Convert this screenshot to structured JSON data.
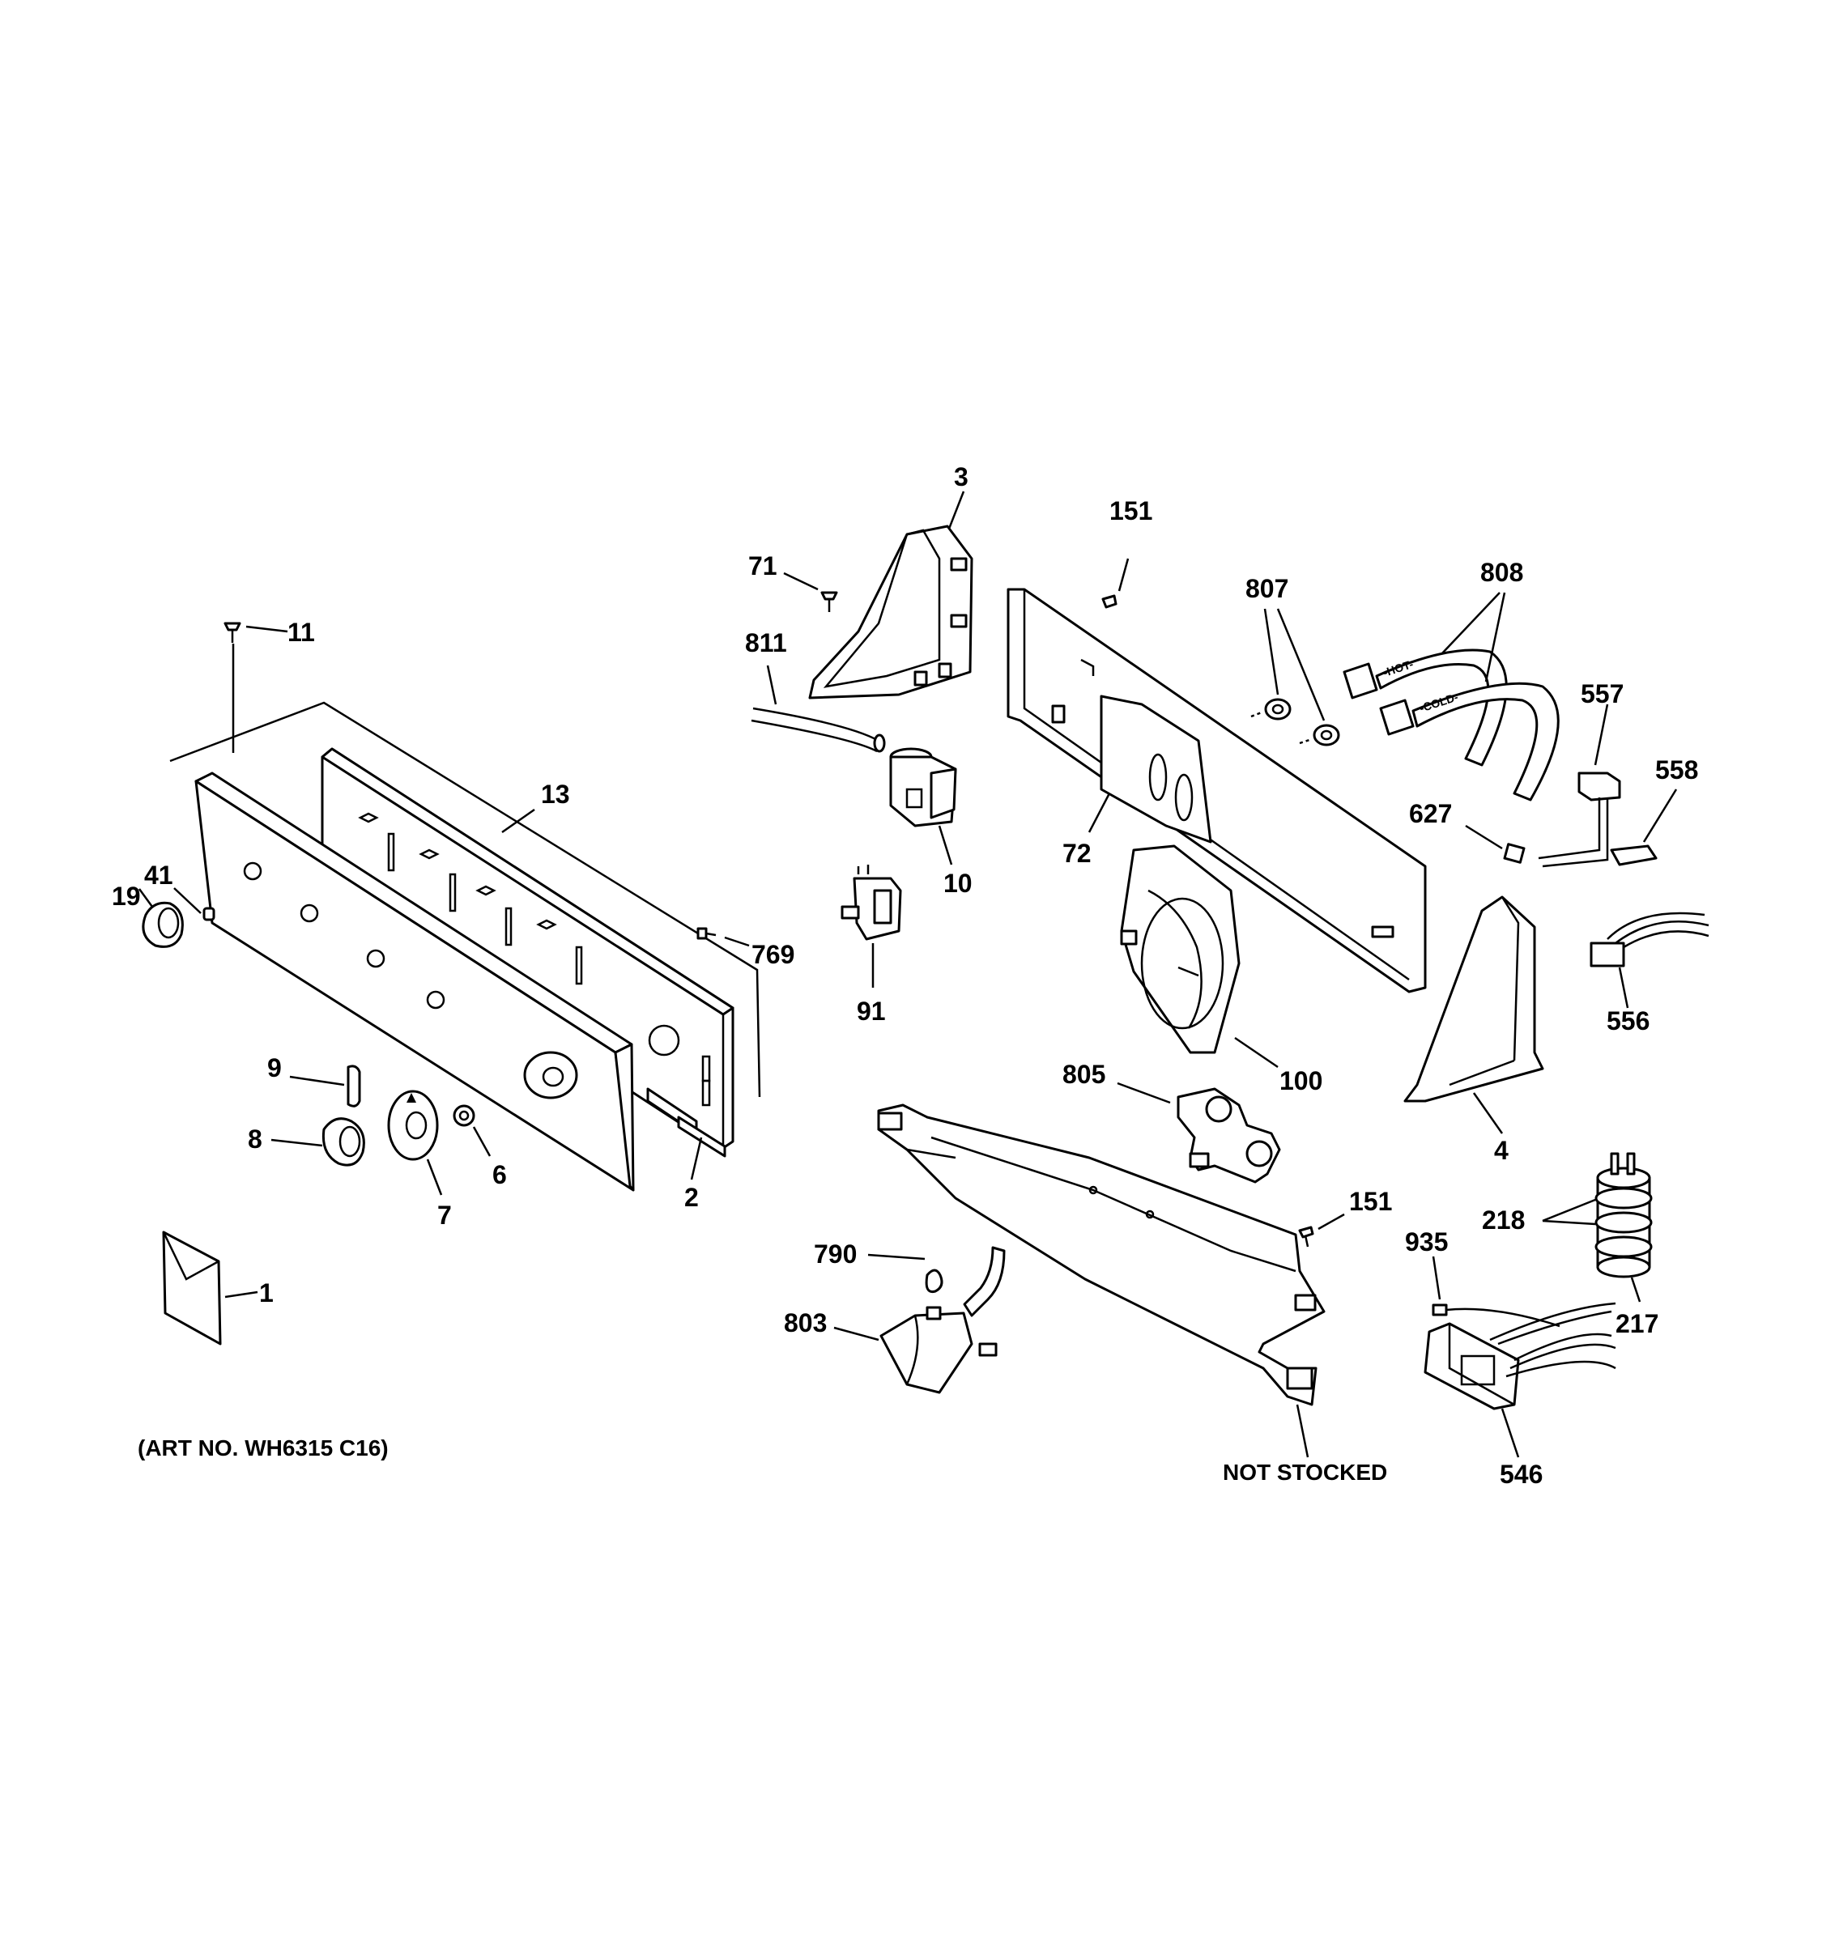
{
  "diagram": {
    "callouts": {
      "c1": "1",
      "c2": "2",
      "c3": "3",
      "c4": "4",
      "c6": "6",
      "c7": "7",
      "c8": "8",
      "c9": "9",
      "c10": "10",
      "c11": "11",
      "c13": "13",
      "c19": "19",
      "c41": "41",
      "c71": "71",
      "c72": "72",
      "c91": "91",
      "c100": "100",
      "c151a": "151",
      "c151b": "151",
      "c217": "217",
      "c218": "218",
      "c546": "546",
      "c556": "556",
      "c557": "557",
      "c558": "558",
      "c627": "627",
      "c769": "769",
      "c790": "790",
      "c803": "803",
      "c805": "805",
      "c807": "807",
      "c808": "808",
      "c811": "811",
      "c935": "935"
    },
    "not_stocked": "NOT STOCKED",
    "art_number": "(ART NO. WH6315 C16)",
    "hose_hot_text": "-HOT-",
    "hose_cold_text": "-COLD-"
  }
}
